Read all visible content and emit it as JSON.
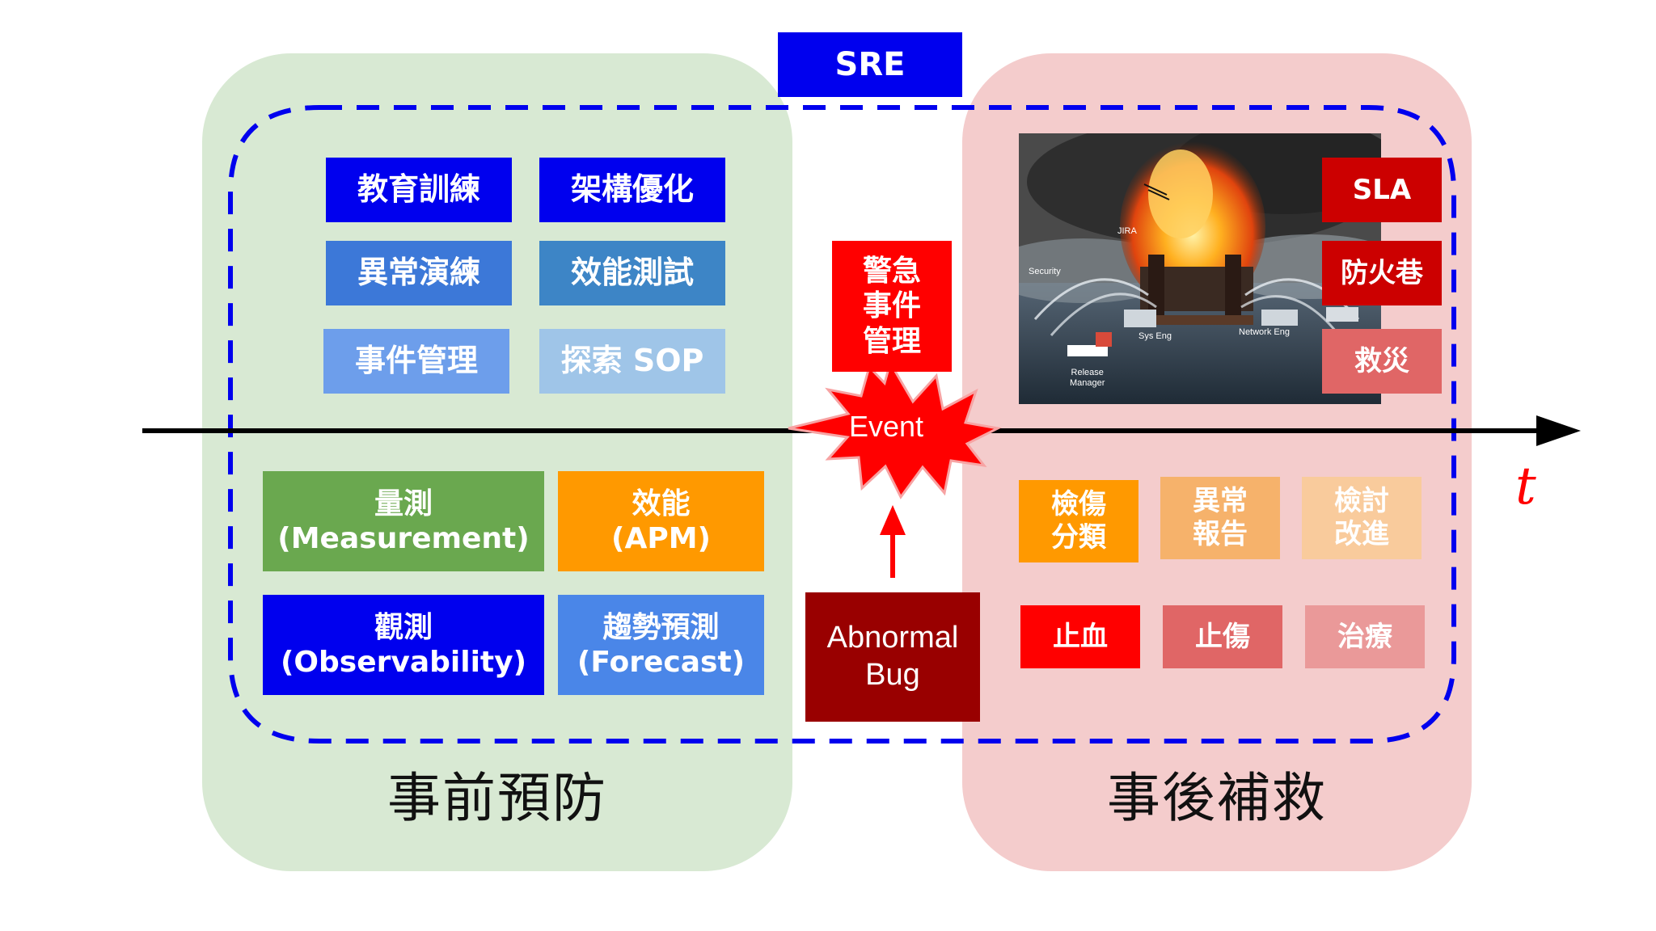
{
  "sre_label": "SRE",
  "left_panel": {
    "title": "事前預防",
    "top_boxes": [
      {
        "label": "教育訓練",
        "color": "#0000ee"
      },
      {
        "label": "架構優化",
        "color": "#0000ee"
      },
      {
        "label": "異常演練",
        "color": "#3c78d8"
      },
      {
        "label": "效能測試",
        "color": "#3d85c6"
      },
      {
        "label": "事件管理",
        "color": "#6d9eeb"
      },
      {
        "label": "探索 SOP",
        "color": "#9fc5e8"
      }
    ],
    "bottom_boxes": [
      {
        "label": "量測\n(Measurement)",
        "color": "#6aa84f"
      },
      {
        "label": "效能\n(APM)",
        "color": "#ff9900"
      },
      {
        "label": "觀測\n(Observability)",
        "color": "#0000ee"
      },
      {
        "label": "趨勢預測\n(Forecast)",
        "color": "#4a86e8"
      }
    ]
  },
  "center": {
    "alert_box": {
      "label": "警急\n事件\n管理",
      "color": "#ff0000"
    },
    "event_label": "Event",
    "abnormal_box": {
      "label": "Abnormal\nBug",
      "color": "#990000"
    }
  },
  "right_panel": {
    "title": "事後補救",
    "photo_labels": {
      "jira": "JIRA",
      "security": "Security",
      "sys_eng": "Sys Eng",
      "network_eng": "Network Eng",
      "release_manager": "Release\nManager"
    },
    "side_boxes": [
      {
        "label": "SLA",
        "color": "#cc0000"
      },
      {
        "label": "防火巷",
        "color": "#cc0000"
      },
      {
        "label": "救災",
        "color": "#e06666"
      }
    ],
    "row1_boxes": [
      {
        "label": "檢傷\n分類",
        "color": "#ff9900"
      },
      {
        "label": "異常\n報告",
        "color": "#f6b26b"
      },
      {
        "label": "檢討\n改進",
        "color": "#f9cb9c"
      }
    ],
    "row2_boxes": [
      {
        "label": "止血",
        "color": "#ff0000"
      },
      {
        "label": "止傷",
        "color": "#e06666"
      },
      {
        "label": "治療",
        "color": "#ea9999"
      }
    ]
  },
  "axis_label": "t"
}
